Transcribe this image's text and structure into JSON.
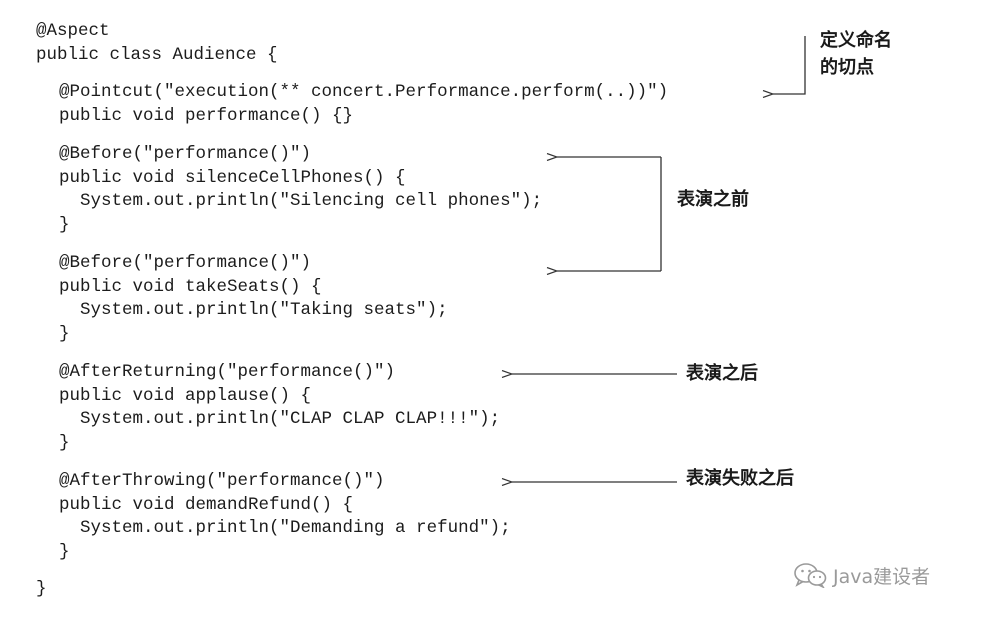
{
  "code": {
    "lines": [
      "@Aspect",
      "public class Audience {",
      "  @Pointcut(\"execution(** concert.Performance.perform(..))\")",
      "  public void performance() {}",
      "  @Before(\"performance()\")",
      "  public void silenceCellPhones() {",
      "    System.out.println(\"Silencing cell phones\");",
      "  }",
      "  @Before(\"performance()\")",
      "  public void takeSeats() {",
      "    System.out.println(\"Taking seats\");",
      "  }",
      "  @AfterReturning(\"performance()\")",
      "  public void applause() {",
      "    System.out.println(\"CLAP CLAP CLAP!!!\");",
      "  }",
      "  @AfterThrowing(\"performance()\")",
      "  public void demandRefund() {",
      "    System.out.println(\"Demanding a refund\");",
      "  }",
      "}"
    ]
  },
  "annotations": {
    "pointcut_line1": "定义命名",
    "pointcut_line2": "的切点",
    "before": "表演之前",
    "after_returning": "表演之后",
    "after_throwing": "表演失败之后"
  },
  "watermark": {
    "icon": "wechat-icon",
    "text": "Java建设者"
  },
  "colors": {
    "text": "#1c1c1c",
    "arrow": "#333333",
    "watermark": "#9a9a9a"
  }
}
